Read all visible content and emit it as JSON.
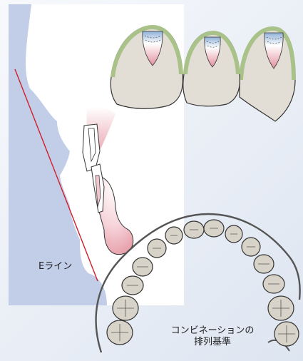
{
  "labels": {
    "e_line": "Eライン",
    "arch_caption_line1": "コンビネーションの",
    "arch_caption_line2": "排列基準"
  },
  "colors": {
    "profile_fill": "#c2cde8",
    "panel_white": "#ffffff",
    "e_line": "#d11f2a",
    "gum_outline": "#a9c28a",
    "tooth_fill": "#d8d3c8",
    "pulp_pink": "#e8a3ad",
    "pulp_blue": "#8fb0d8",
    "arch_outline": "#555555"
  }
}
